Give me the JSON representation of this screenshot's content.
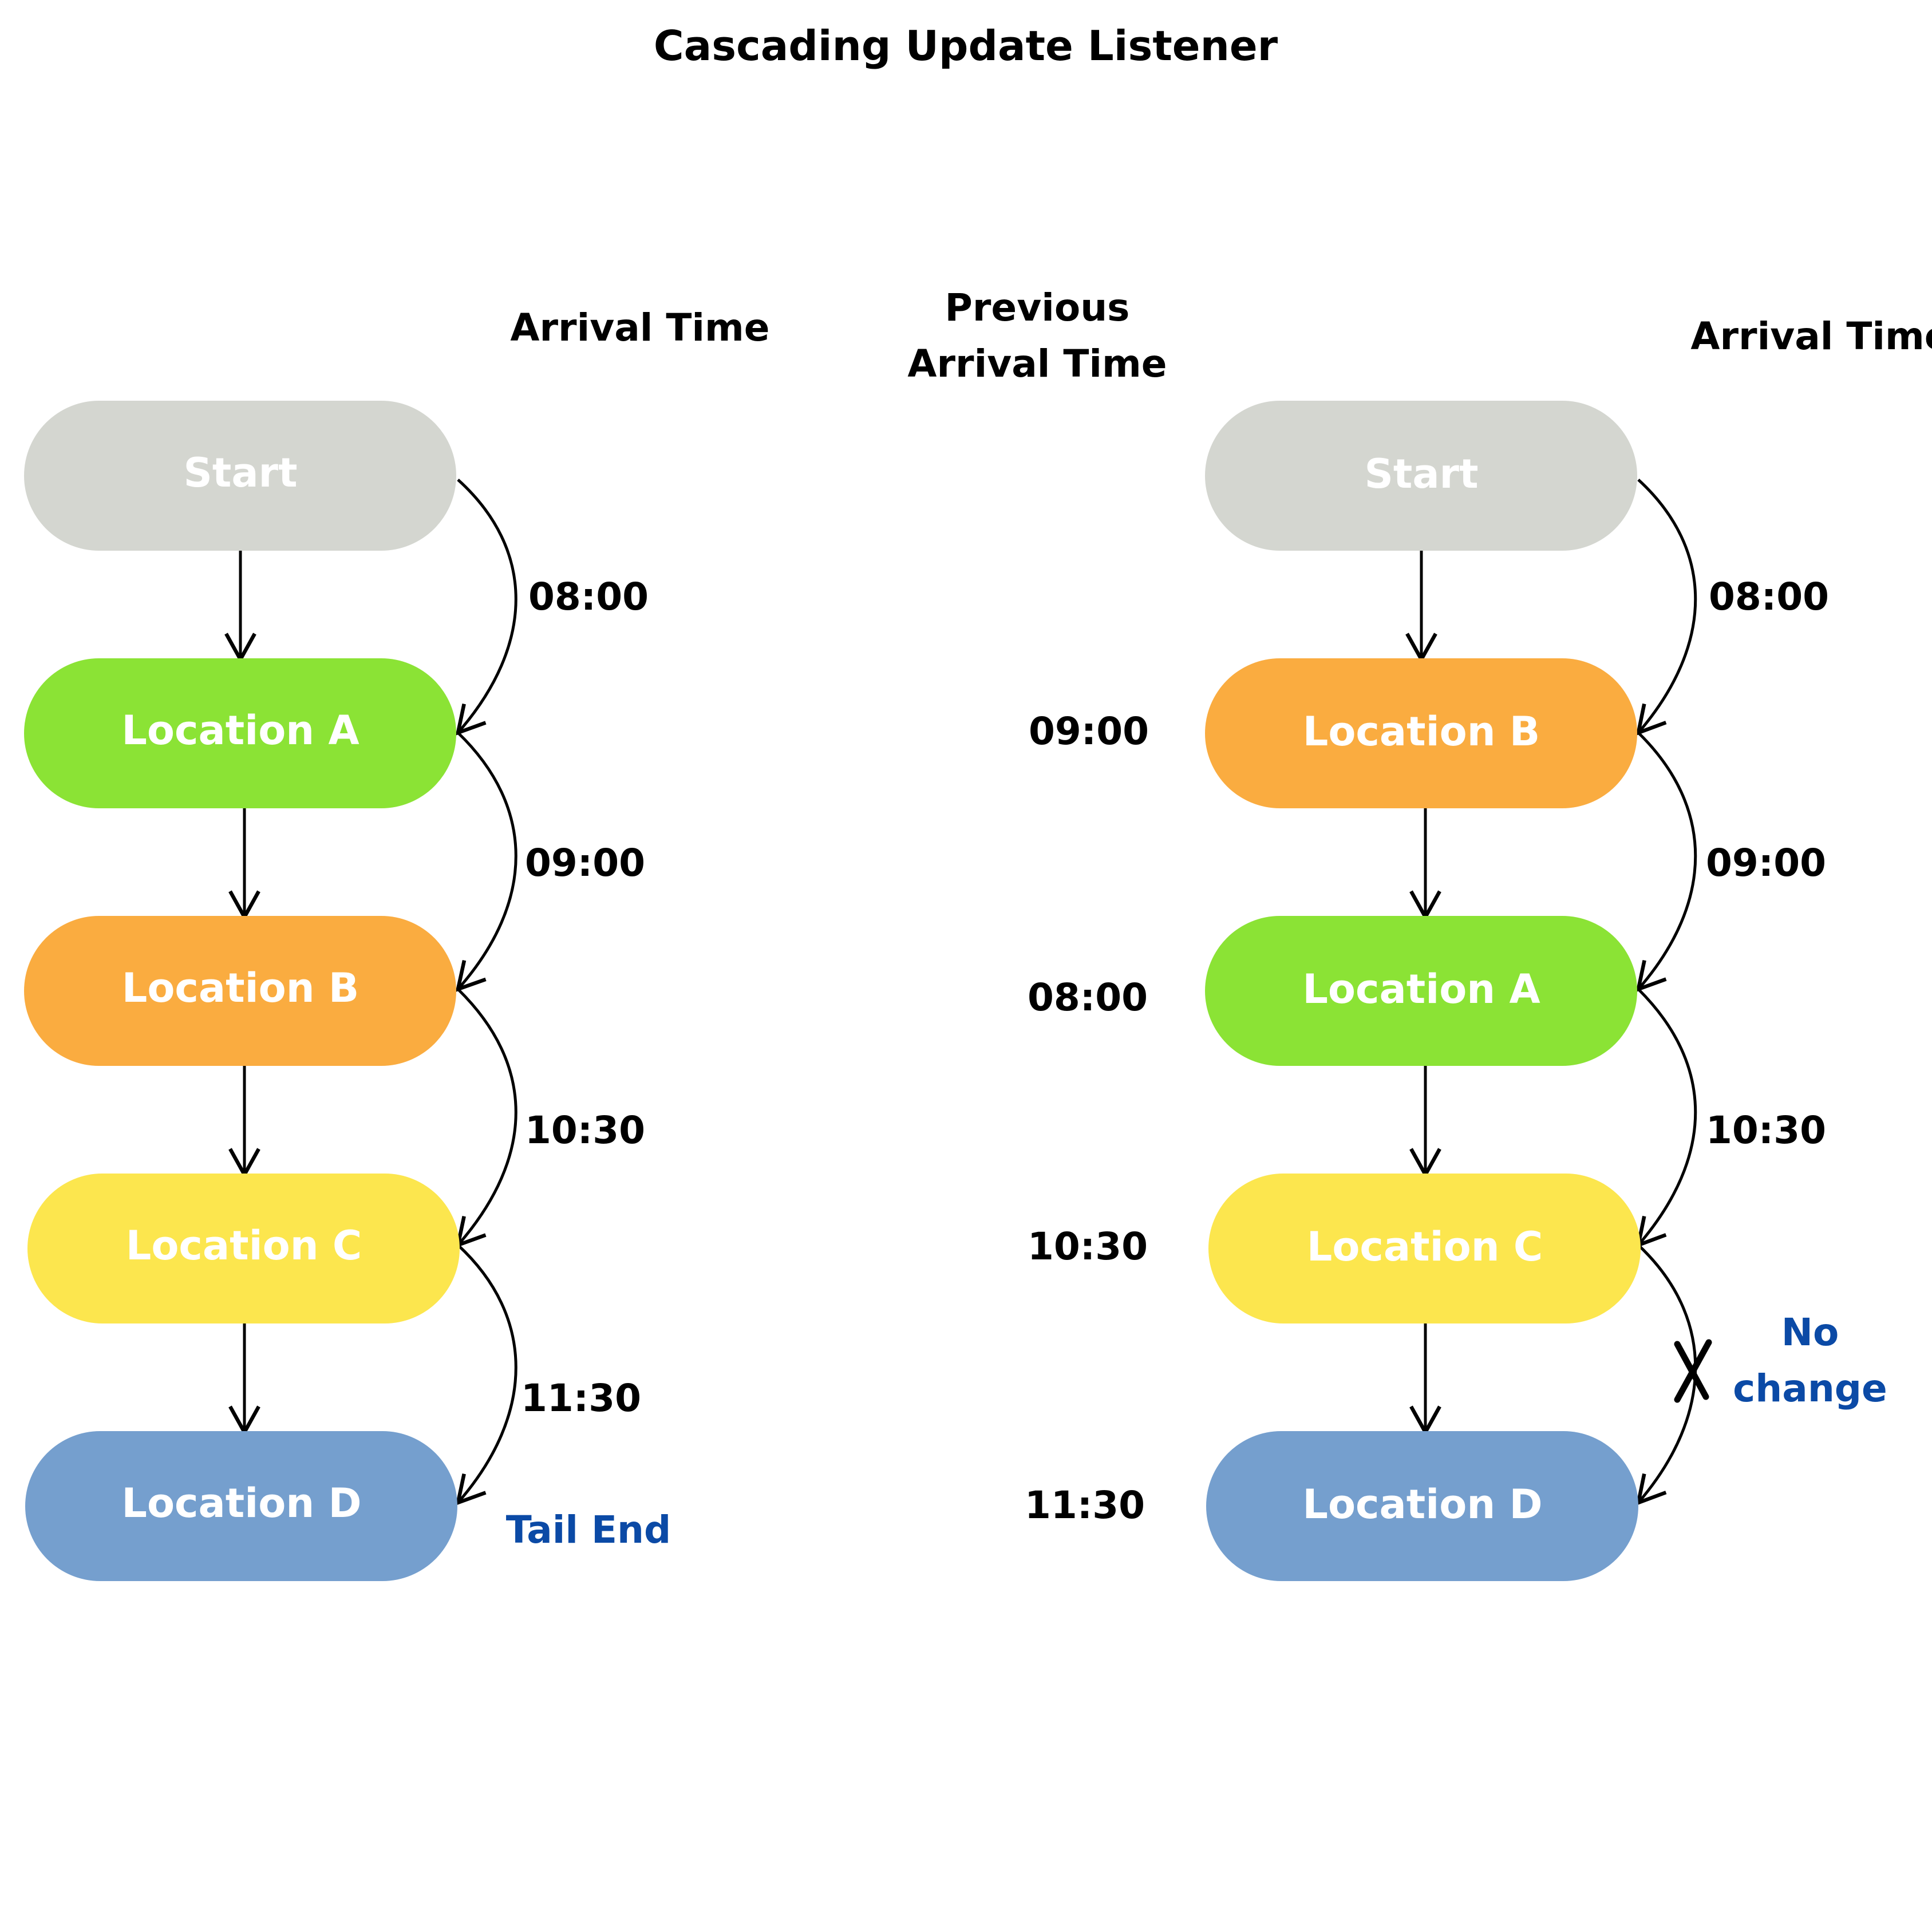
{
  "title": "Cascading Update Listener",
  "left": {
    "arrival_header": "Arrival Time",
    "nodes": [
      {
        "label": "Start",
        "color": "#d4d6d0"
      },
      {
        "label": "Location A",
        "color": "#8be335"
      },
      {
        "label": "Location B",
        "color": "#faac40"
      },
      {
        "label": "Location C",
        "color": "#fce64e"
      },
      {
        "label": "Location D",
        "color": "#759fce"
      }
    ],
    "arrival_times": [
      "08:00",
      "09:00",
      "10:30",
      "11:30"
    ],
    "tail_label": "Tail End"
  },
  "right": {
    "previous_header_line1": "Previous",
    "previous_header_line2": "Arrival Time",
    "arrival_header": "Arrival Time",
    "nodes": [
      {
        "label": "Start",
        "color": "#d4d6d0"
      },
      {
        "label": "Location B",
        "color": "#faac40"
      },
      {
        "label": "Location A",
        "color": "#8be335"
      },
      {
        "label": "Location C",
        "color": "#fce64e"
      },
      {
        "label": "Location D",
        "color": "#759fce"
      }
    ],
    "previous_times": [
      "09:00",
      "08:00",
      "10:30",
      "11:30"
    ],
    "arrival_times": [
      "08:00",
      "09:00",
      "10:30"
    ],
    "no_change_line1": "No",
    "no_change_line2": "change"
  }
}
